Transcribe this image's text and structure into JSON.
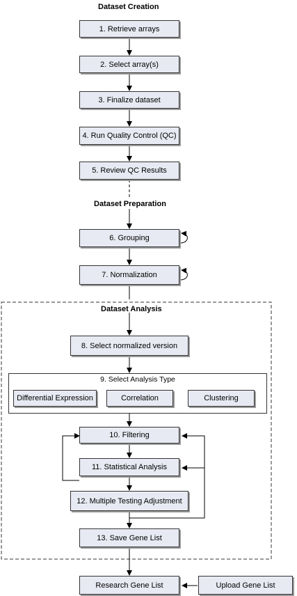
{
  "sections": {
    "creation": "Dataset Creation",
    "preparation": "Dataset Preparation",
    "analysis": "Dataset Analysis"
  },
  "steps": {
    "retrieve": "1. Retrieve arrays",
    "select": "2. Select array(s)",
    "finalize": "3. Finalize dataset",
    "qc": "4. Run Quality Control (QC)",
    "review": "5. Review QC Results",
    "grouping": "6. Grouping",
    "normalization": "7. Normalization",
    "select_version": "8. Select normalized version",
    "analysis_type": "9. Select Analysis Type",
    "filtering": "10. Filtering",
    "statistical": "11. Statistical Analysis",
    "mta": "12. Multiple Testing Adjustment",
    "save": "13. Save Gene List",
    "research": "Research Gene List",
    "upload": "Upload Gene List"
  },
  "analysis_types": [
    "Differential Expression",
    "Correlation",
    "Clustering"
  ],
  "colors": {
    "box_fill": "#e8eaf3",
    "border": "#333333",
    "shadow": "#9a9a9a"
  }
}
